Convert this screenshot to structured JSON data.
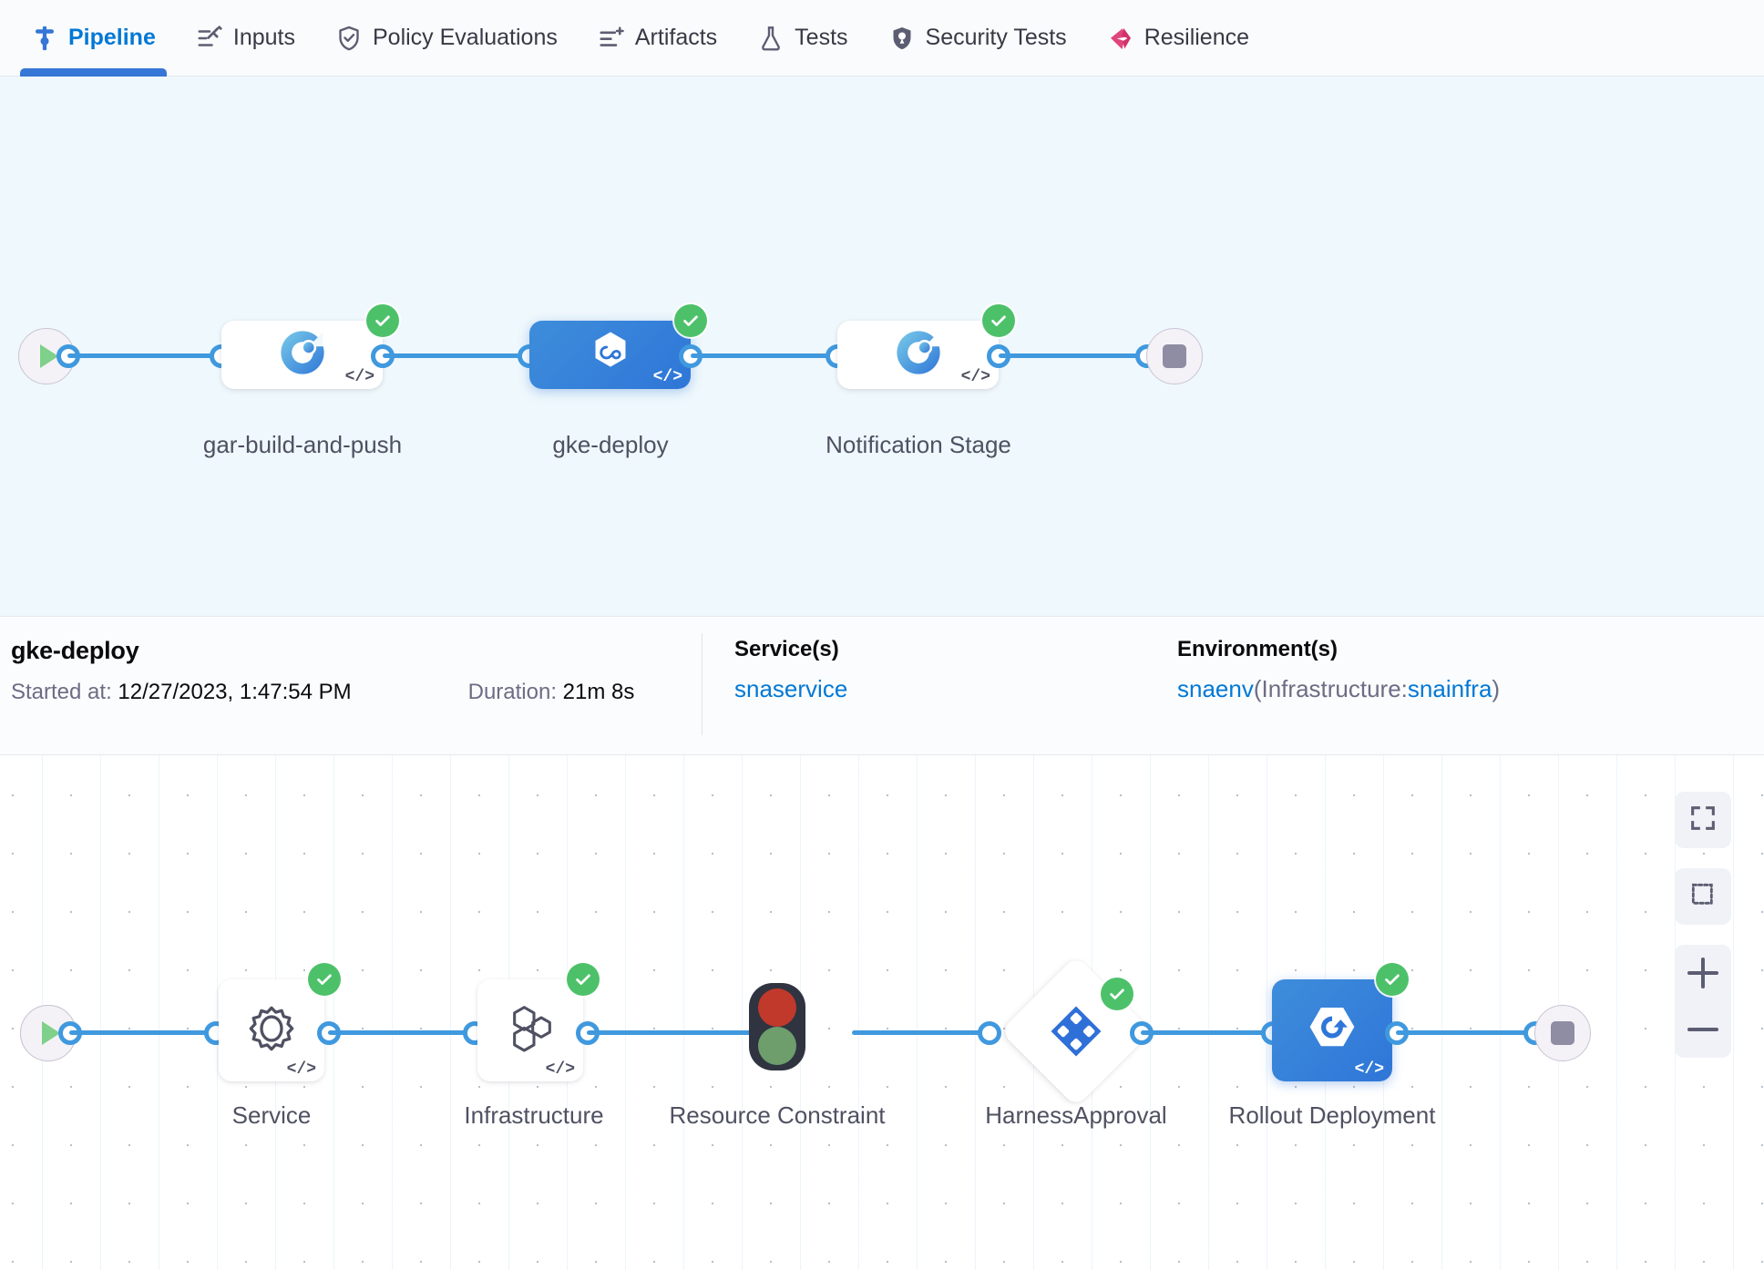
{
  "tabs": [
    {
      "label": "Pipeline",
      "icon": "pipeline-icon",
      "active": true
    },
    {
      "label": "Inputs",
      "icon": "inputs-icon",
      "active": false
    },
    {
      "label": "Policy Evaluations",
      "icon": "policy-shield-icon",
      "active": false
    },
    {
      "label": "Artifacts",
      "icon": "artifacts-icon",
      "active": false
    },
    {
      "label": "Tests",
      "icon": "flask-icon",
      "active": false
    },
    {
      "label": "Security Tests",
      "icon": "security-shield-icon",
      "active": false
    },
    {
      "label": "Resilience",
      "icon": "resilience-icon",
      "active": false
    }
  ],
  "pipeline_graph": {
    "start_icon": "play-icon",
    "end_icon": "stop-icon",
    "stages": [
      {
        "name": "gar-build-and-push",
        "icon": "ci-build-icon",
        "status": "success",
        "selected": false,
        "has_code_icon": true
      },
      {
        "name": "gke-deploy",
        "icon": "cd-deploy-icon",
        "status": "success",
        "selected": true,
        "has_code_icon": true
      },
      {
        "name": "Notification Stage",
        "icon": "ci-build-icon",
        "status": "success",
        "selected": false,
        "has_code_icon": true
      }
    ]
  },
  "detail": {
    "title": "gke-deploy",
    "started_label": "Started at:",
    "started_value": "12/27/2023, 1:47:54 PM",
    "duration_label": "Duration:",
    "duration_value": "21m 8s",
    "service_header": "Service(s)",
    "service_value": "snaservice",
    "environment_header": "Environment(s)",
    "environment_name": "snaenv",
    "environment_infra_prefix": "(Infrastructure:",
    "environment_infra_name": "snainfra",
    "environment_infra_suffix": ")"
  },
  "stage_graph": {
    "start_icon": "play-icon",
    "end_icon": "stop-icon",
    "steps": [
      {
        "name": "Service",
        "icon": "gear-icon",
        "status": "success",
        "shape": "card",
        "selected": false,
        "has_code_icon": true
      },
      {
        "name": "Infrastructure",
        "icon": "hexagons-icon",
        "status": "success",
        "shape": "card",
        "selected": false,
        "has_code_icon": true
      },
      {
        "name": "Resource Constraint",
        "icon": "traffic-light-icon",
        "status": "none",
        "shape": "bare",
        "selected": false,
        "has_code_icon": false
      },
      {
        "name": "HarnessApproval",
        "icon": "approval-diamond-icon",
        "status": "success",
        "shape": "diamond",
        "selected": false,
        "has_code_icon": false
      },
      {
        "name": "Rollout Deployment",
        "icon": "rollout-deployment-icon",
        "status": "success",
        "shape": "card",
        "selected": true,
        "has_code_icon": true
      }
    ]
  },
  "zoom_controls": [
    {
      "name": "fit-to-screen-button",
      "icon": "fit-screen-icon"
    },
    {
      "name": "selection-box-button",
      "icon": "selection-box-icon"
    },
    {
      "name": "zoom-in-button",
      "icon": "plus-icon"
    },
    {
      "name": "zoom-out-button",
      "icon": "minus-icon"
    }
  ],
  "colors": {
    "accent": "#0278d5",
    "tab_underline": "#3576d6",
    "success": "#4dc16a",
    "edge": "#4099de",
    "selected_node": "#2f76d8",
    "resilience": "#e0457b",
    "top_canvas_bg": "#eff8fc"
  }
}
